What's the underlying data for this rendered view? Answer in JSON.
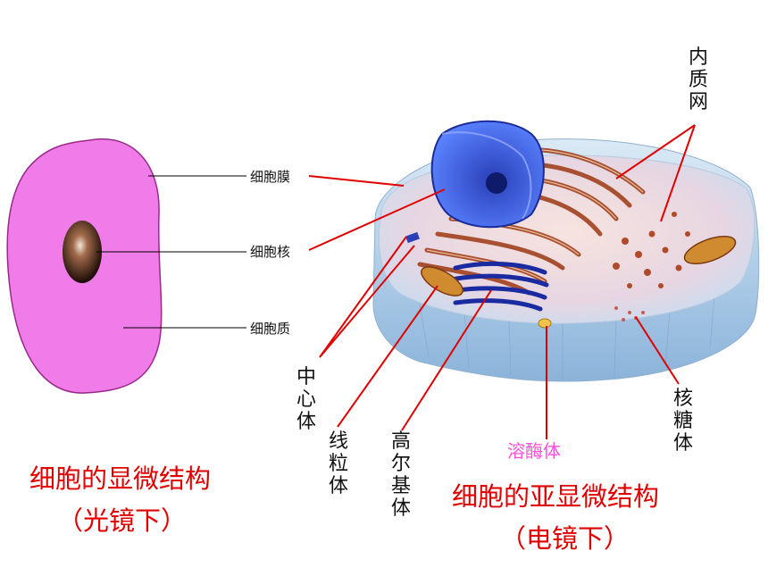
{
  "light": {
    "labels": [
      "细胞膜",
      "细胞核",
      "细胞质"
    ],
    "caption": "细胞的显微结构",
    "sub": "（光镜下）"
  },
  "electron": {
    "labels": {
      "er": "内质网",
      "centriole": "中心体",
      "mito": "线粒体",
      "golgi": "高尔基体",
      "lyso": "溶酶体",
      "ribo": "核糖体"
    },
    "caption": "细胞的亚显微结构",
    "sub": "（电镜下）"
  },
  "colors": {
    "cell_pink": "#f07ce9",
    "leader_red": "#e00000",
    "caption_red": "#e00000",
    "lyso_pink": "#ff4fd8"
  }
}
